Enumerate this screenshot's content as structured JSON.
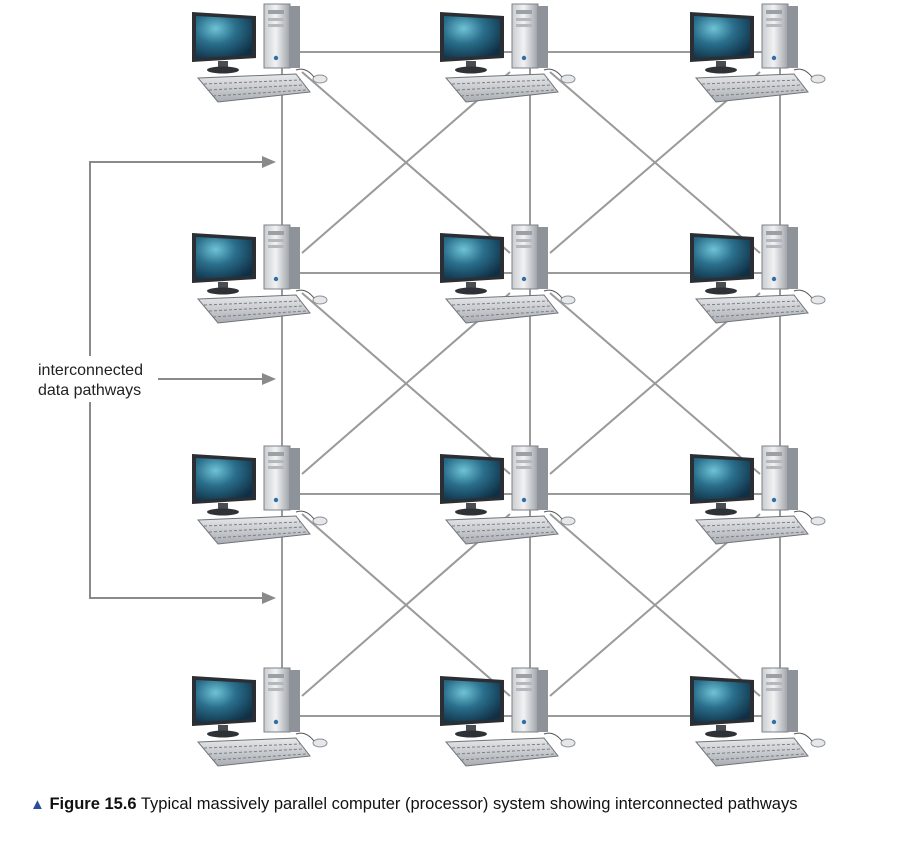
{
  "diagram": {
    "label_line1": "interconnected",
    "label_line2": "data pathways",
    "grid_rows": 4,
    "grid_cols": 3,
    "node_icon": "desktop-computer-icon",
    "link_color": "#9a9a9a",
    "arrow_color": "#8a8a8a"
  },
  "caption": {
    "marker": "▲",
    "figure_label": "Figure 15.6",
    "text": "Typical massively parallel computer (processor) system showing interconnected pathways",
    "marker_color": "#2a4d9c"
  }
}
